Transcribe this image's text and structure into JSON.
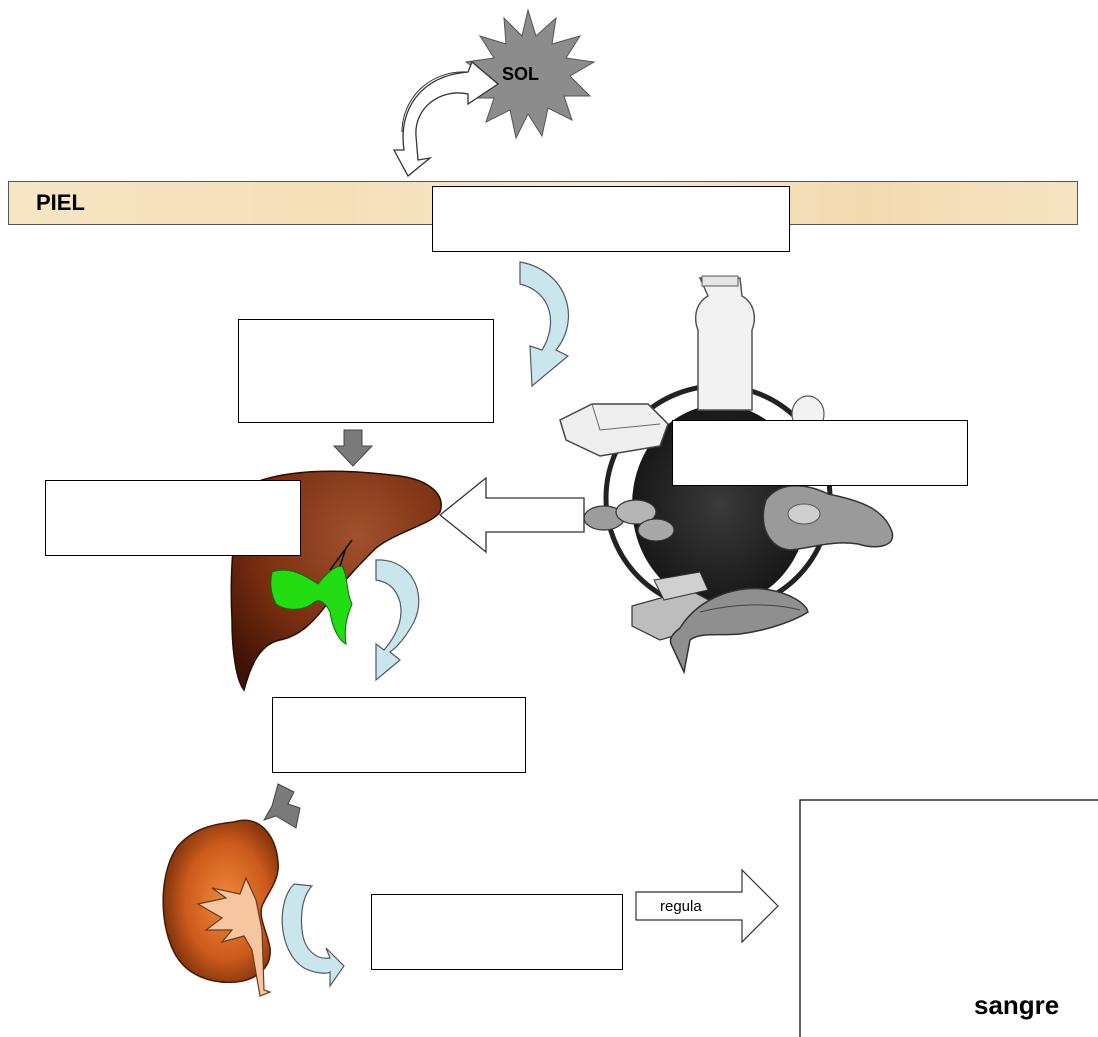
{
  "sun": {
    "label": "SOL"
  },
  "skin": {
    "label": "PIEL"
  },
  "blank_boxes": [
    {
      "id": "skin-box",
      "text": ""
    },
    {
      "id": "box-2",
      "text": ""
    },
    {
      "id": "food-box",
      "text": ""
    },
    {
      "id": "liver-box",
      "text": ""
    },
    {
      "id": "box-5",
      "text": ""
    },
    {
      "id": "kidney-box",
      "text": ""
    }
  ],
  "arrow": {
    "label": "regula"
  },
  "result": {
    "label": "sangre"
  },
  "colors": {
    "arrow_light_blue": "#c9e6ec",
    "arrow_gray": "#7a7a7a",
    "liver": "#7a2e10",
    "gallbladder": "#22dd11",
    "kidney": "#c8561a",
    "sun": "#8c8c8c"
  }
}
